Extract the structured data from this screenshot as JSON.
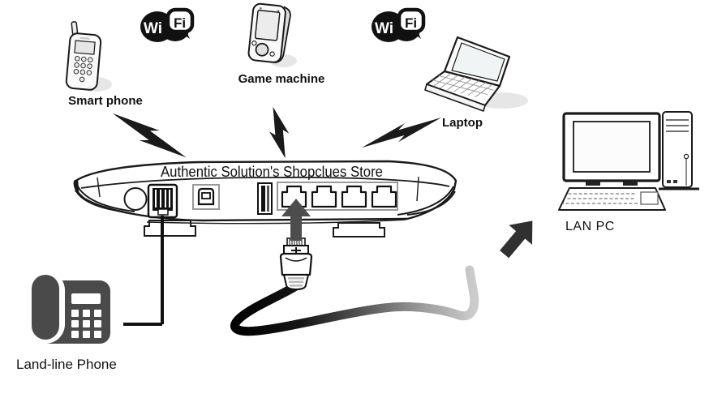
{
  "diagram": {
    "labels": {
      "smart_phone": "Smart phone",
      "game_machine": "Game machine",
      "laptop": "Laptop",
      "lan_pc": "LAN PC",
      "landline_phone": "Land-line Phone"
    },
    "router_panel_text": "Authentic Solution's Shopclues Store",
    "wifi_badge": {
      "wi": "Wi",
      "fi": "Fi"
    }
  },
  "icons": {
    "smart-phone-icon": "feature phone with antenna, line art",
    "wifi-badge-icon": "black Wi-Fi alliance style badge",
    "game-machine-icon": "handheld game device, line art",
    "laptop-icon": "open laptop in perspective, line art",
    "router-device": "broadband router rear panel with phone port, USB port, slot and 4 LAN ports",
    "phone-port": "RJ11 phone jack",
    "usb-port": "USB type-B port",
    "expansion-slot": "vertical slot",
    "lan-port": "RJ45 LAN port x4",
    "ethernet-up-arrow-icon": "gray arrow pointing into LAN port 1",
    "rj45-connector-icon": "ethernet plug",
    "ethernet-cable": "cable fading black to gray",
    "lan-pc-arrow-icon": "dark arrow pointing to LAN PC",
    "lan-pc-icon": "desktop computer with monitor, tower and keyboard",
    "landline-phone-icon": "solid gray desk telephone",
    "wireless-bolt-icon": "lightning bolt wireless link x3",
    "phone-cable-line": "L-shaped line from phone to RJ11 port"
  },
  "colors": {
    "line": "#1a1a1a",
    "port_frame_gray": "#999999",
    "arrow_gray": "#4d4d4d",
    "arrow_dark": "#303030",
    "phone_icon_gray": "#4a4a4a",
    "cable_gradient_start": "#000000",
    "cable_gradient_end": "#cccccc",
    "shadow": "#d8d8d8",
    "wifi_badge_black": "#111111"
  }
}
